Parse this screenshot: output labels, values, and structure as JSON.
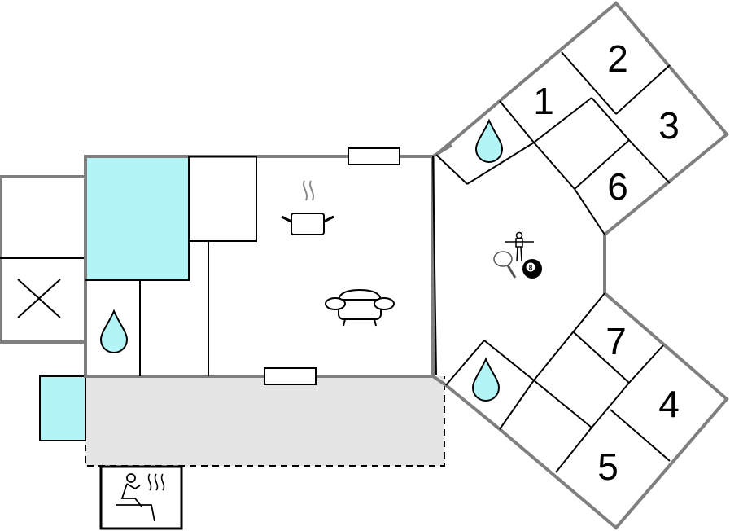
{
  "colors": {
    "outer_wall": "#7f7f7f",
    "inner_wall": "#000000",
    "bathroom": "#b3f4f6",
    "terrace": "#e5e5e5",
    "water_drop": "#b3f4f6"
  },
  "rooms": {
    "bedroom_1": "1",
    "bedroom_2": "2",
    "bedroom_3": "3",
    "bedroom_4": "4",
    "bedroom_5": "5",
    "bedroom_6": "6",
    "bedroom_7": "7"
  },
  "icons": [
    "water-drop-icon",
    "cooking-pot-icon",
    "sofa-icon",
    "table-football-icon",
    "table-tennis-icon",
    "billiard-ball-icon",
    "sauna-icon",
    "cross-icon",
    "window-icon"
  ],
  "billiard_ball_number": "8"
}
